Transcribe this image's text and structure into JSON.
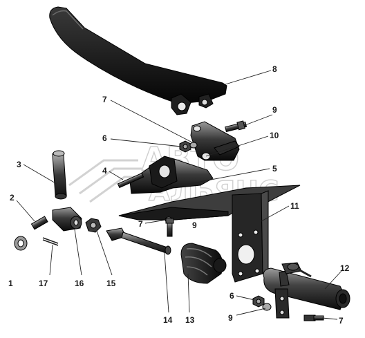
{
  "watermark": {
    "line1": "АВТО",
    "line2": "АЛЬЯНС"
  },
  "callouts": [
    "8",
    "7",
    "9",
    "6",
    "10",
    "3",
    "4",
    "5",
    "2",
    "11",
    "7",
    "9",
    "1",
    "17",
    "16",
    "15",
    "14",
    "13",
    "12",
    "6",
    "9",
    "7"
  ]
}
